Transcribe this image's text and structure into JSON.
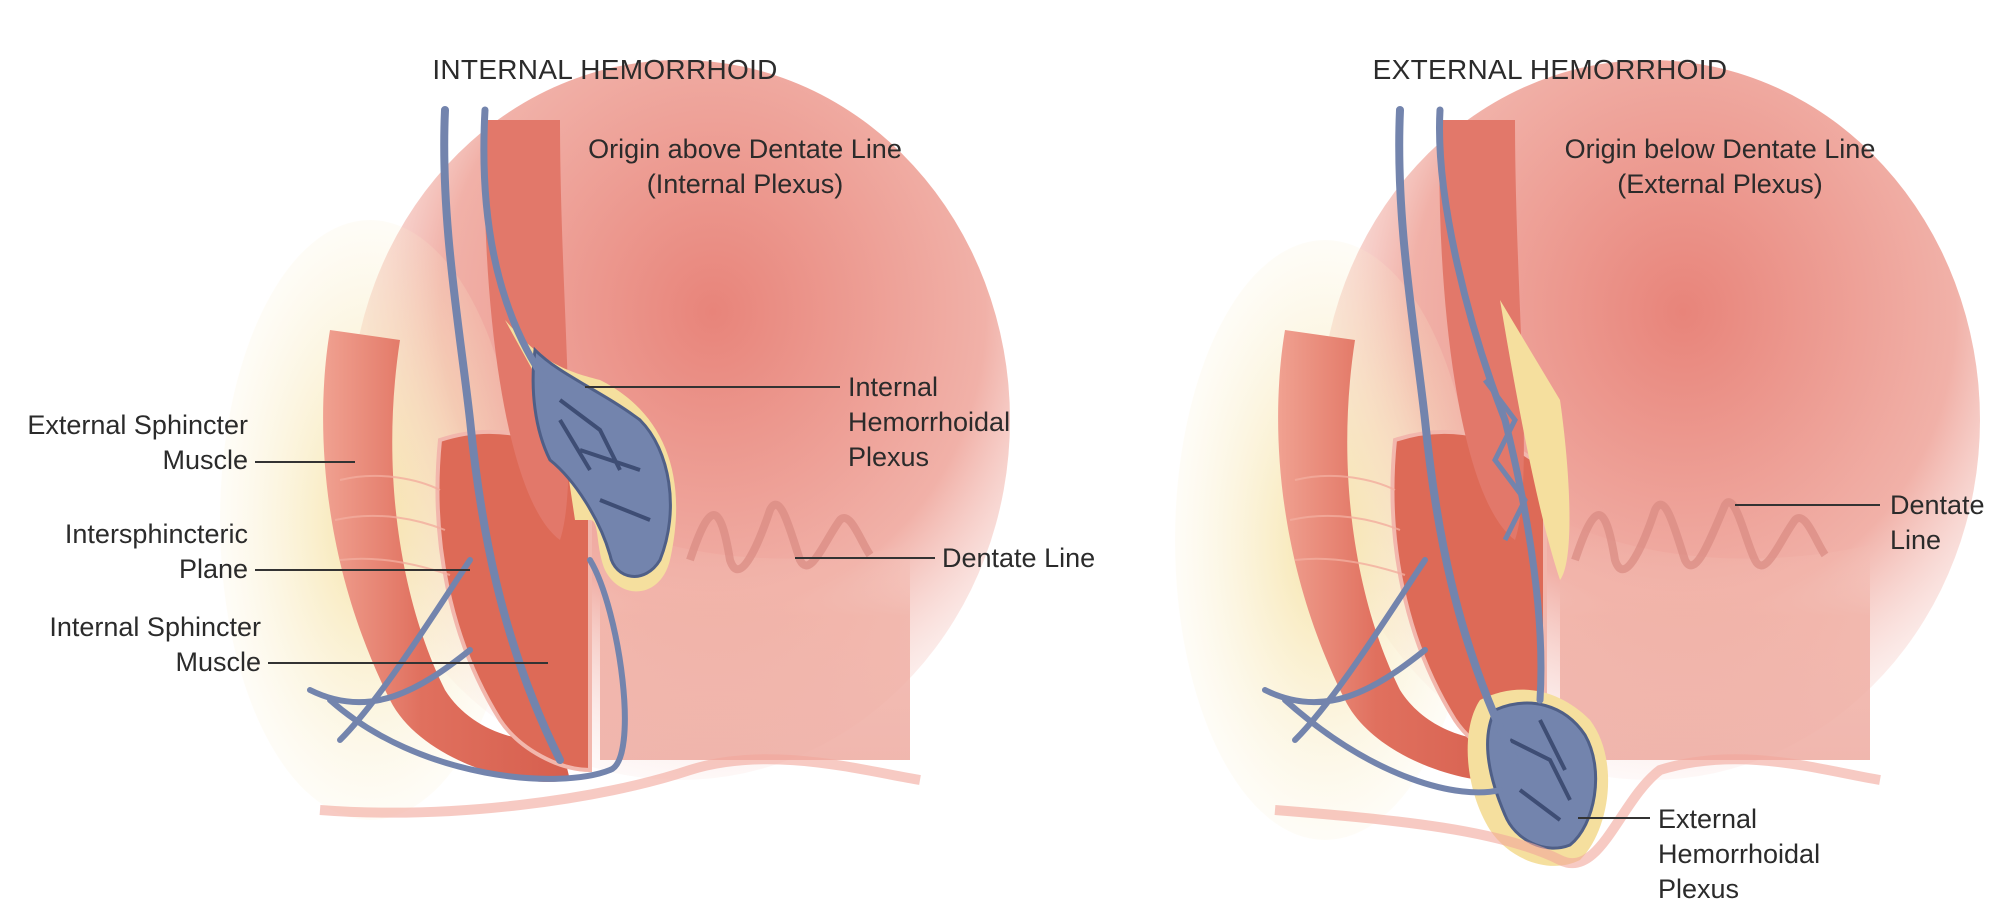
{
  "panels": {
    "internal": {
      "title": "INTERNAL HEMORRHOID",
      "origin": {
        "line1": "Origin above Dentate Line",
        "line2": "(Internal Plexus)"
      },
      "labels": {
        "external_sphincter": {
          "line1": "External Sphincter",
          "line2": "Muscle"
        },
        "intersphincteric": {
          "line1": "Intersphincteric",
          "line2": "Plane"
        },
        "internal_sphincter": {
          "line1": "Internal Sphincter",
          "line2": "Muscle"
        },
        "plexus": {
          "line1": "Internal",
          "line2": "Hemorrhoidal",
          "line3": "Plexus"
        },
        "dentate": {
          "line1": "Dentate Line"
        }
      }
    },
    "external": {
      "title": "EXTERNAL HEMORRHOID",
      "origin": {
        "line1": "Origin below Dentate Line",
        "line2": "(External Plexus)"
      },
      "labels": {
        "dentate": {
          "line1": "Dentate",
          "line2": "Line"
        },
        "plexus": {
          "line1": "External",
          "line2": "Hemorrhoidal",
          "line3": "Plexus"
        }
      }
    }
  },
  "colors": {
    "muscle": "#e0705e",
    "mucosa": "#f2b7ad",
    "fat": "#f5df9e",
    "vein": "#7384ad",
    "leader_line": "#333333"
  }
}
